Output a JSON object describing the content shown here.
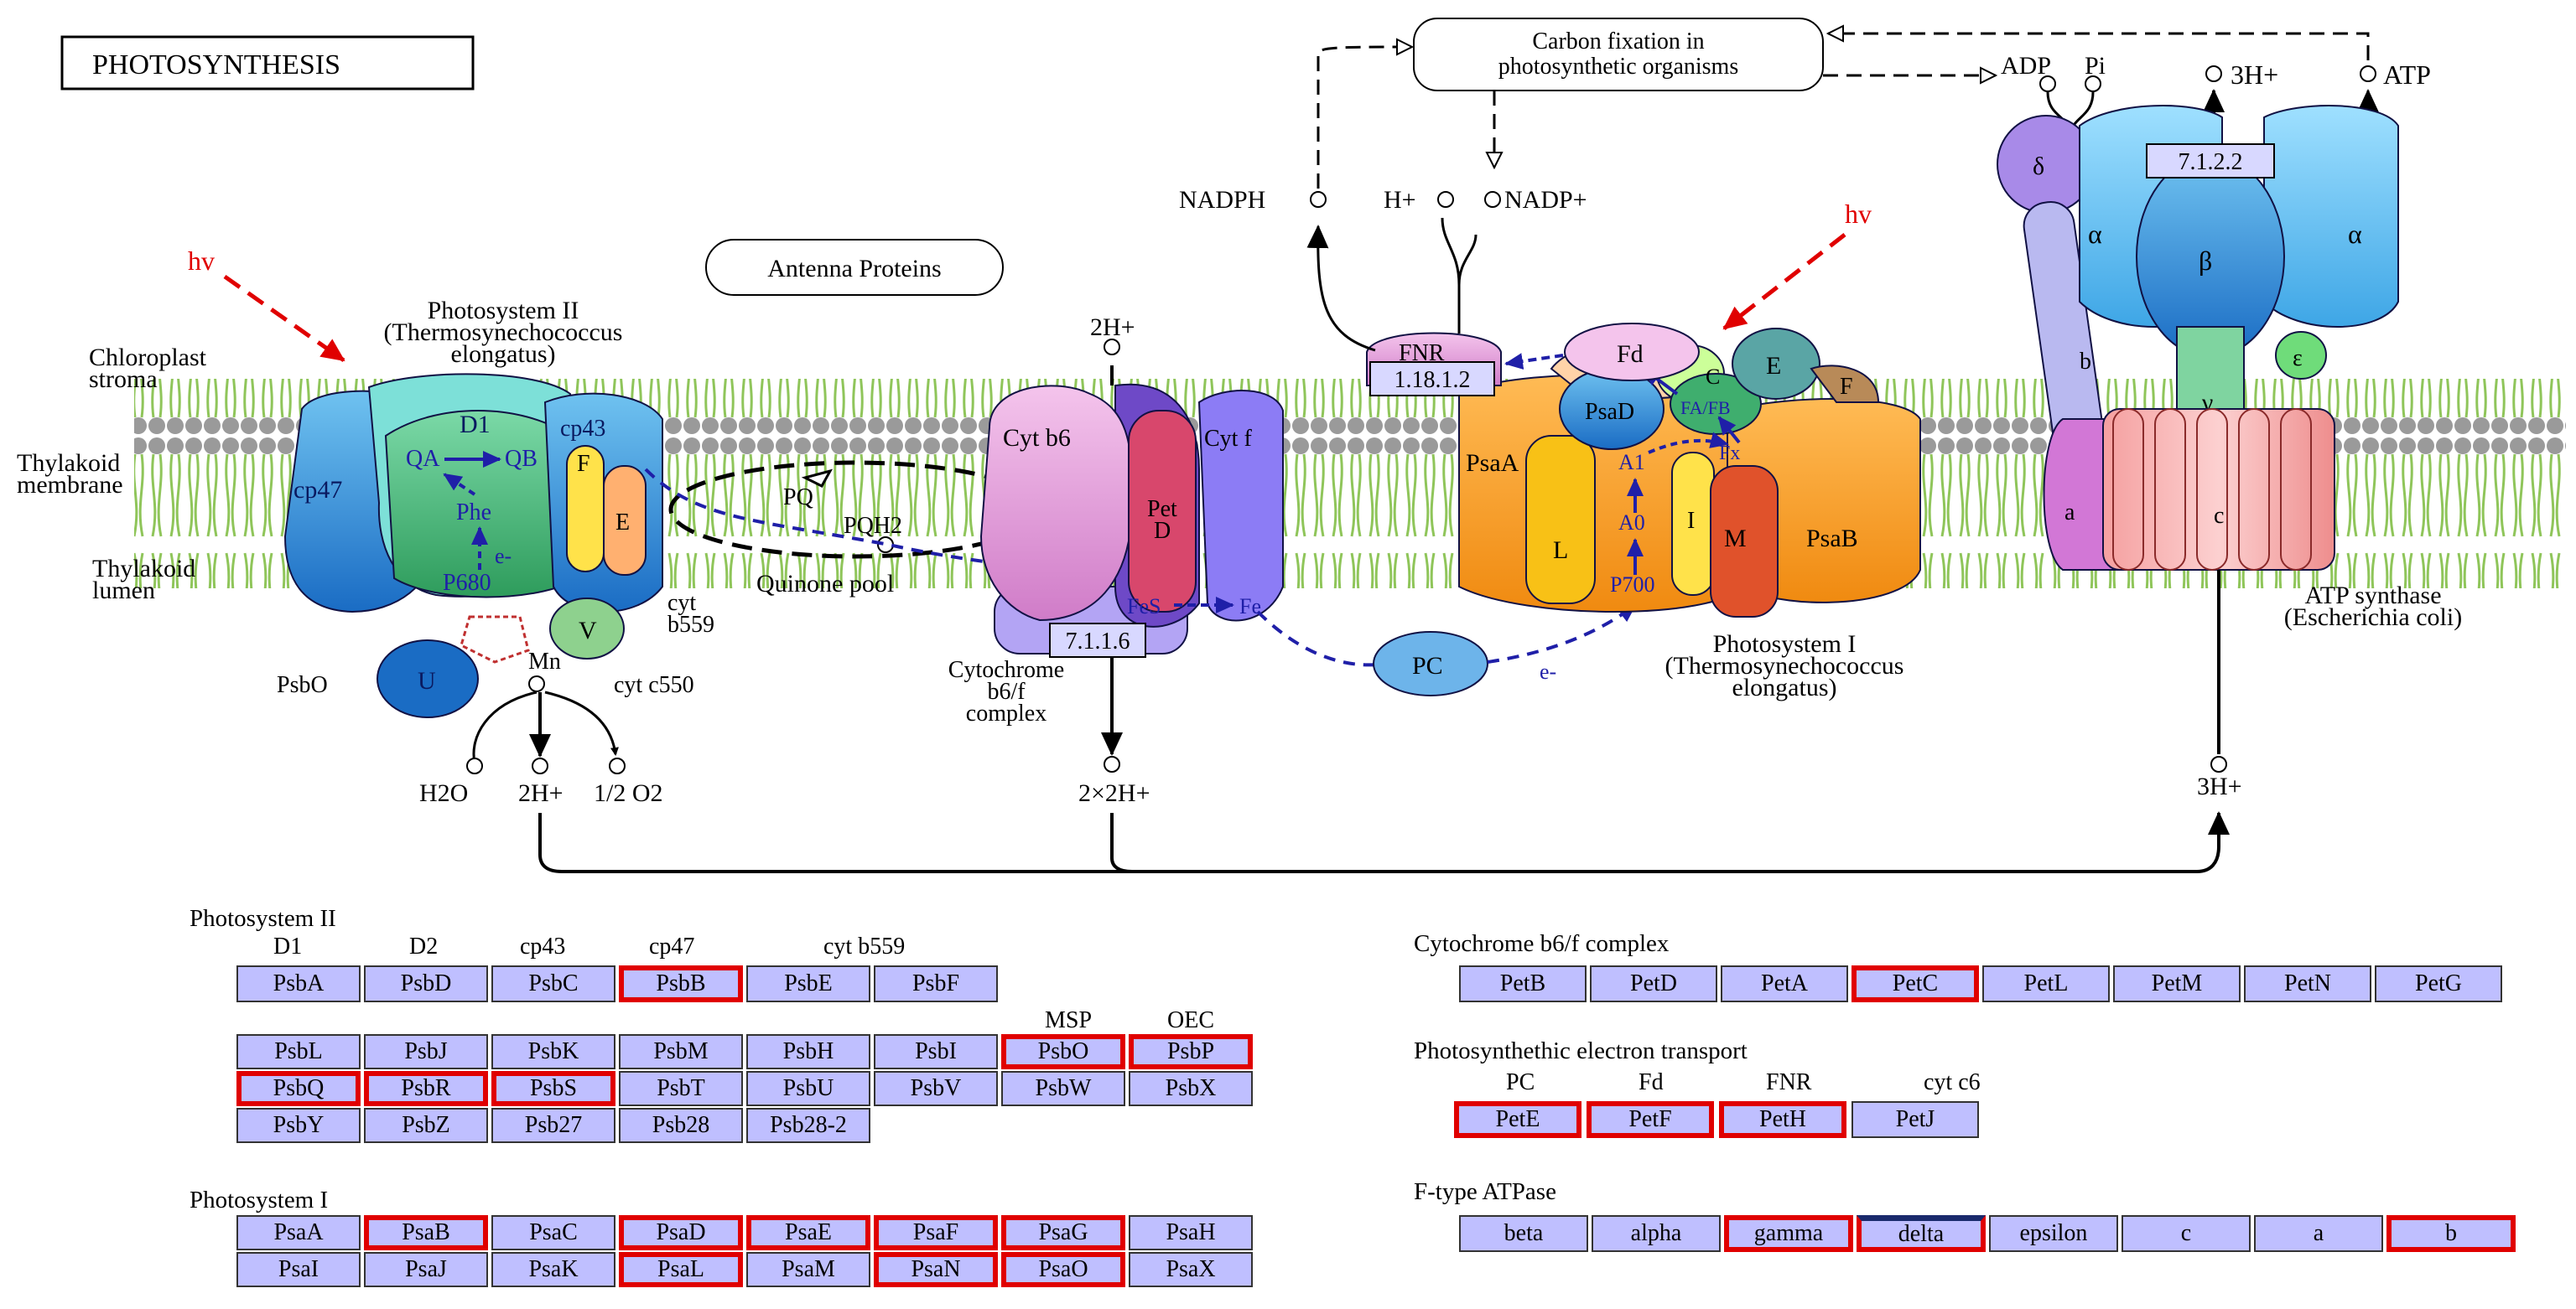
{
  "title": "PHOTOSYNTHESIS",
  "colors": {
    "membrane_green": "#a9d56b",
    "gene_fill": "#bfbfff",
    "highlight_red": "#e00000",
    "light_arrow": "#e00000",
    "electron_path": "#1f1fa8"
  },
  "diagram": {
    "labels": {
      "hv": "hv",
      "hv2": "hv",
      "chloroplast_stroma": [
        "Chloroplast",
        "stroma"
      ],
      "thylakoid_membrane": [
        "Thylakoid",
        "membrane"
      ],
      "thylakoid_lumen": [
        "Thylakoid",
        "lumen"
      ],
      "ps2_title": [
        "Photosystem II",
        "(Thermosynechococcus",
        "elongatus)"
      ],
      "ps1_title": [
        "Photosystem I",
        "(Thermosynechococcus",
        "elongatus)"
      ],
      "cyt_title": [
        "Cytochrome",
        "b6/f",
        "complex"
      ],
      "atp_title": [
        "ATP synthase",
        "(Escherichia coli)"
      ],
      "antenna": "Antenna Proteins",
      "carbon_fixation": [
        "Carbon fixation in",
        "photosynthetic organisms"
      ],
      "quinone_pool": "Quinone pool",
      "pq": "PQ",
      "pqh2": "PQH2",
      "nadph": "NADPH",
      "h_plus": "H+",
      "nadp_plus": "NADP+",
      "adp": "ADP",
      "pi": "Pi",
      "atp": "ATP",
      "h3_top": "3H+",
      "h3_bottom": "3H+",
      "h2_cyt": "2H+",
      "h2x2": "2×2H+",
      "h2o": "H2O",
      "h2_ps2": "2H+",
      "o2": "1/2 O2",
      "mn": "Mn",
      "psbo": "PsbO",
      "cyt_c550": "cyt c550",
      "cyt_b559": [
        "cyt",
        "b559"
      ],
      "e_minus": "e-",
      "ec_cyt": "7.1.1.6",
      "ec_fnr": "1.18.1.2",
      "ec_atp": "7.1.2.2"
    },
    "subunits": {
      "cp47": "cp47",
      "d1": "D1",
      "cp43": "cp43",
      "qa": "QA",
      "qb": "QB",
      "phe": "Phe",
      "p680": "P680",
      "e_minus_ps2": "e-",
      "f": "F",
      "e": "E",
      "u": "U",
      "v": "V",
      "cytb6": "Cyt b6",
      "petd": [
        "Pet",
        "D"
      ],
      "cytf": "Cyt f",
      "fes": "FeS",
      "fe": "Fe",
      "pc": "PC",
      "fnr": "FNR",
      "fd": "Fd",
      "psaa": "PsaA",
      "psad": "PsaD",
      "c": "C",
      "e_ps1": "E",
      "f_ps1": "F",
      "fafb": "FA/FB",
      "fx": "Fx",
      "a1": "A1",
      "a0": "A0",
      "l": "L",
      "i": "I",
      "m": "M",
      "p700": "P700",
      "psab": "PsaB",
      "delta": "δ",
      "alpha1": "α",
      "beta": "β",
      "alpha2": "α",
      "b": "b",
      "epsilon": "ε",
      "gamma": "γ",
      "a": "a",
      "c_atp": "c"
    }
  },
  "ps2_table": {
    "title": "Photosystem II",
    "group_labels": [
      "D1",
      "D2",
      "cp43",
      "cp47",
      "cyt b559"
    ],
    "row1": [
      {
        "label": "PsbA",
        "hl": false
      },
      {
        "label": "PsbD",
        "hl": false
      },
      {
        "label": "PsbC",
        "hl": false
      },
      {
        "label": "PsbB",
        "hl": true
      },
      {
        "label": "PsbE",
        "hl": false
      },
      {
        "label": "PsbF",
        "hl": false
      }
    ],
    "sub_labels": [
      "MSP",
      "OEC"
    ],
    "rows": [
      [
        {
          "label": "PsbL",
          "hl": false
        },
        {
          "label": "PsbJ",
          "hl": false
        },
        {
          "label": "PsbK",
          "hl": false
        },
        {
          "label": "PsbM",
          "hl": false
        },
        {
          "label": "PsbH",
          "hl": false
        },
        {
          "label": "PsbI",
          "hl": false
        },
        {
          "label": "PsbO",
          "hl": true
        },
        {
          "label": "PsbP",
          "hl": true
        }
      ],
      [
        {
          "label": "PsbQ",
          "hl": true
        },
        {
          "label": "PsbR",
          "hl": true
        },
        {
          "label": "PsbS",
          "hl": true
        },
        {
          "label": "PsbT",
          "hl": false
        },
        {
          "label": "PsbU",
          "hl": false
        },
        {
          "label": "PsbV",
          "hl": false
        },
        {
          "label": "PsbW",
          "hl": false
        },
        {
          "label": "PsbX",
          "hl": false
        }
      ],
      [
        {
          "label": "PsbY",
          "hl": false
        },
        {
          "label": "PsbZ",
          "hl": false
        },
        {
          "label": "Psb27",
          "hl": false
        },
        {
          "label": "Psb28",
          "hl": false
        },
        {
          "label": "Psb28-2",
          "hl": false
        }
      ]
    ]
  },
  "ps1_table": {
    "title": "Photosystem I",
    "rows": [
      [
        {
          "label": "PsaA",
          "hl": false
        },
        {
          "label": "PsaB",
          "hl": true
        },
        {
          "label": "PsaC",
          "hl": false
        },
        {
          "label": "PsaD",
          "hl": true
        },
        {
          "label": "PsaE",
          "hl": true
        },
        {
          "label": "PsaF",
          "hl": true
        },
        {
          "label": "PsaG",
          "hl": true
        },
        {
          "label": "PsaH",
          "hl": false
        }
      ],
      [
        {
          "label": "PsaI",
          "hl": false
        },
        {
          "label": "PsaJ",
          "hl": false
        },
        {
          "label": "PsaK",
          "hl": false
        },
        {
          "label": "PsaL",
          "hl": true
        },
        {
          "label": "PsaM",
          "hl": false
        },
        {
          "label": "PsaN",
          "hl": true
        },
        {
          "label": "PsaO",
          "hl": true
        },
        {
          "label": "PsaX",
          "hl": false
        }
      ]
    ]
  },
  "cyt_table": {
    "title": "Cytochrome b6/f complex",
    "row": [
      {
        "label": "PetB",
        "hl": false
      },
      {
        "label": "PetD",
        "hl": false
      },
      {
        "label": "PetA",
        "hl": false
      },
      {
        "label": "PetC",
        "hl": true
      },
      {
        "label": "PetL",
        "hl": false
      },
      {
        "label": "PetM",
        "hl": false
      },
      {
        "label": "PetN",
        "hl": false
      },
      {
        "label": "PetG",
        "hl": false
      }
    ]
  },
  "pet_table": {
    "title": "Photosynthethic electron transport",
    "group_labels": [
      "PC",
      "Fd",
      "FNR",
      "cyt c6"
    ],
    "row": [
      {
        "label": "PetE",
        "hl": true
      },
      {
        "label": "PetF",
        "hl": true
      },
      {
        "label": "PetH",
        "hl": true
      },
      {
        "label": "PetJ",
        "hl": false
      }
    ]
  },
  "atp_table": {
    "title": "F-type ATPase",
    "row": [
      {
        "label": "beta",
        "hl": false
      },
      {
        "label": "alpha",
        "hl": false
      },
      {
        "label": "gamma",
        "hl": true
      },
      {
        "label": "delta",
        "hl": true,
        "blue_top": true
      },
      {
        "label": "epsilon",
        "hl": false
      },
      {
        "label": "c",
        "hl": false
      },
      {
        "label": "a",
        "hl": false
      },
      {
        "label": "b",
        "hl": true
      }
    ]
  }
}
